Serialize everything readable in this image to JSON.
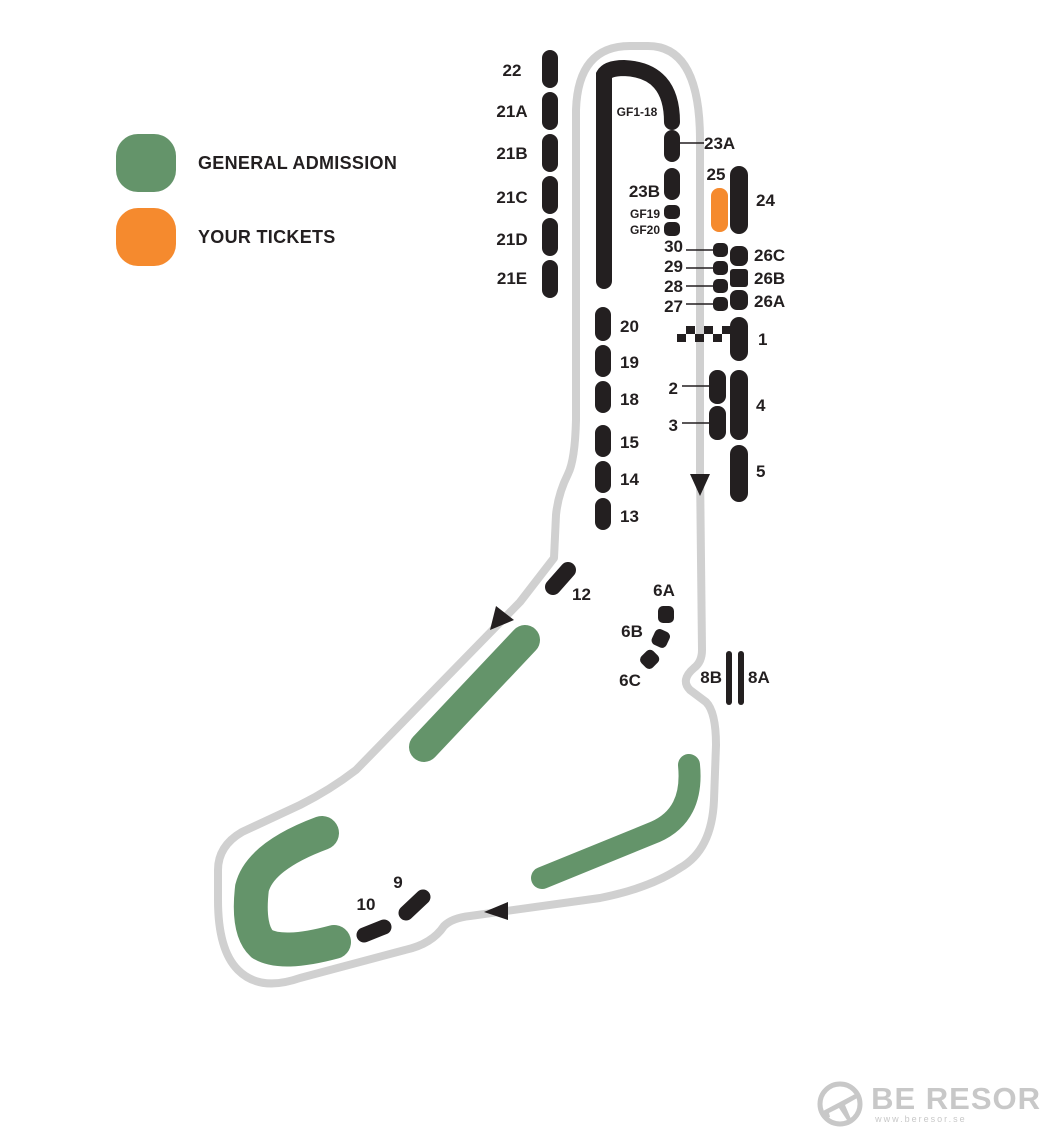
{
  "legend": [
    {
      "label": "GENERAL ADMISSION",
      "color": "#64946a"
    },
    {
      "label": "YOUR TICKETS",
      "color": "#f58a2e"
    }
  ],
  "colors": {
    "track": "#d0d0d0",
    "stand": "#231f20",
    "general_admission": "#64946a",
    "your_tickets": "#f58a2e"
  },
  "stands": {
    "s22": "22",
    "s21a": "21A",
    "s21b": "21B",
    "s21c": "21C",
    "s21d": "21D",
    "s21e": "21E",
    "gf1_18": "GF1-18",
    "s23a": "23A",
    "s23b": "23B",
    "gf19": "GF19",
    "gf20": "GF20",
    "s25": "25",
    "s24": "24",
    "s30": "30",
    "s29": "29",
    "s28": "28",
    "s27": "27",
    "s26c": "26C",
    "s26b": "26B",
    "s26a": "26A",
    "s1": "1",
    "s2": "2",
    "s3": "3",
    "s4": "4",
    "s5": "5",
    "s20": "20",
    "s19": "19",
    "s18": "18",
    "s15": "15",
    "s14": "14",
    "s13": "13",
    "s12": "12",
    "s6a": "6A",
    "s6b": "6B",
    "s6c": "6C",
    "s8b": "8B",
    "s8a": "8A",
    "s9": "9",
    "s10": "10"
  },
  "selected_stand": "25",
  "icons": {
    "logo": "plane-globe-icon",
    "start_finish": "checkered-flag-icon",
    "direction": "direction-arrow-icon"
  },
  "logo": {
    "name": "BE RESOR",
    "url": "www.beresor.se"
  }
}
